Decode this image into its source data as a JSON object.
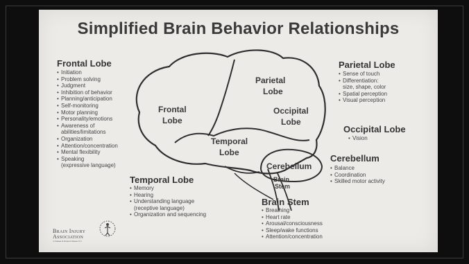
{
  "title": "Simplified Brain Behavior Relationships",
  "frontal": {
    "heading": "Frontal Lobe",
    "items": [
      "Initiation",
      "Problem solving",
      "Judgment",
      "Inhibition of behavior",
      "Planning/anticipation",
      "Self-monitoring",
      "Motor planning",
      "Personality/emotions",
      "Awareness of",
      "Organization",
      "Attention/concentration",
      "Mental flexibility",
      "Speaking"
    ],
    "cont": [
      "abilities/limitations",
      "(expressive language)"
    ]
  },
  "parietal": {
    "heading": "Parietal Lobe",
    "items": [
      "Sense of touch",
      "Differentiation:",
      "Spatial perception",
      "Visual perception"
    ],
    "cont": [
      "size, shape, color"
    ]
  },
  "occipital": {
    "heading": "Occipital Lobe",
    "items": [
      "Vision"
    ]
  },
  "cerebellum": {
    "heading": "Cerebellum",
    "items": [
      "Balance",
      "Coordination",
      "Skilled motor activity"
    ]
  },
  "temporal": {
    "heading": "Temporal Lobe",
    "items": [
      "Memory",
      "Hearing",
      "Understanding language",
      "Organization and sequencing"
    ],
    "cont": [
      "(receptive language)"
    ]
  },
  "brainstem": {
    "heading": "Brain Stem",
    "items": [
      "Breathing",
      "Heart rate",
      "Arousal/consciousness",
      "Sleep/wake functions",
      "Attention/concentration"
    ]
  },
  "diagram": {
    "frontal": [
      "Frontal",
      "Lobe"
    ],
    "parietal": [
      "Parietal",
      "Lobe"
    ],
    "occipital": [
      "Occipital",
      "Lobe"
    ],
    "temporal": [
      "Temporal",
      "Lobe"
    ],
    "cerebellum": "Cerebellum",
    "stem": [
      "Brain",
      "Stem"
    ]
  },
  "logo": {
    "line1": "Brain Injury",
    "line2": "Association",
    "line3": "of Kansas & Greater Kansas City"
  },
  "colors": {
    "background": "#0e0e0e",
    "slide": "#ecebe8",
    "text": "#3a3a3a"
  }
}
